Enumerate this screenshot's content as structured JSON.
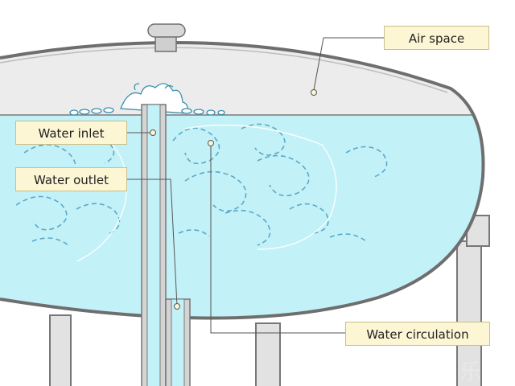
{
  "labels": {
    "air_space": "Air space",
    "water_inlet": "Water inlet",
    "water_outlet": "Water outlet",
    "water_circulation": "Water circulation"
  },
  "watermark": "乐",
  "colors": {
    "water": "#c3f1f8",
    "air": "#ececec",
    "tank_stroke": "#6e6e6e",
    "callout_fill": "#fcf6d4",
    "callout_border": "#c9c08a",
    "circulation_line": "#5aa9c9"
  }
}
